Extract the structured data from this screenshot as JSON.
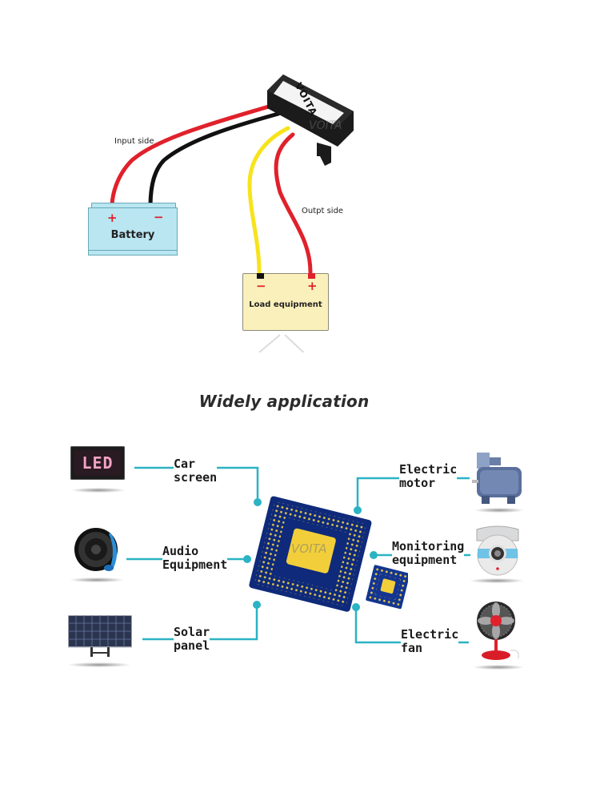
{
  "module": {
    "brand": "VOITA",
    "watermark": "VOITA"
  },
  "labels": {
    "input_side": "Input side",
    "output_side": "Outpt side"
  },
  "battery": {
    "title": "Battery",
    "plus": "+",
    "minus": "−"
  },
  "load": {
    "title": "Load equipment",
    "plus": "+",
    "minus": "−"
  },
  "heading": "Widely application",
  "chip": {
    "watermark": "VOITA"
  },
  "applications": {
    "left": [
      {
        "id": "car-screen",
        "line1": "Car",
        "line2": "screen",
        "icon": "led-display-icon",
        "icon_text": "LED"
      },
      {
        "id": "audio-equipment",
        "line1": "Audio",
        "line2": "Equipment",
        "icon": "speaker-icon"
      },
      {
        "id": "solar-panel",
        "line1": "Solar",
        "line2": "panel",
        "icon": "solar-panel-icon"
      }
    ],
    "right": [
      {
        "id": "electric-motor",
        "line1": "Electric",
        "line2": "motor",
        "icon": "motor-icon"
      },
      {
        "id": "monitoring-equipment",
        "line1": "Monitoring",
        "line2": "equipment",
        "icon": "camera-icon"
      },
      {
        "id": "electric-fan",
        "line1": "Electric",
        "line2": "fan",
        "icon": "fan-icon"
      }
    ]
  },
  "colors": {
    "wire_red": "#e0212b",
    "wire_black": "#111111",
    "wire_yellow": "#f7e31c",
    "battery_fill": "#b9e6f1",
    "load_fill": "#faf0bb",
    "connector": "#2bb3c4",
    "chip_blue": "#0f2a7a",
    "chip_gold": "#f2cf3a"
  }
}
